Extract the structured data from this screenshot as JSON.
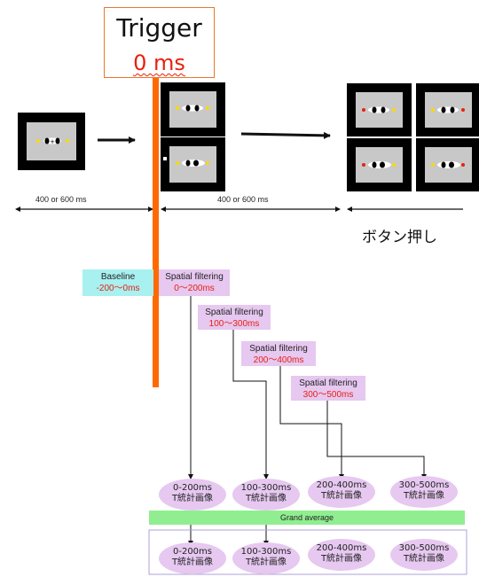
{
  "trigger": {
    "title": "Trigger",
    "value": "0 ms"
  },
  "durations": {
    "first": "400 or 600 ms",
    "second": "400 or 600 ms"
  },
  "button_press": "ボタン押し",
  "baseline": {
    "title": "Baseline",
    "range": "-200〜0ms"
  },
  "filters": [
    {
      "title": "Spatial filtering",
      "range": "0〜200ms"
    },
    {
      "title": "Spatial filtering",
      "range": "100〜300ms"
    },
    {
      "title": "Spatial filtering",
      "range": "200〜400ms"
    },
    {
      "title": "Spatial filtering",
      "range": "300〜500ms"
    }
  ],
  "t_images": [
    {
      "range": "0-200ms",
      "label": "T統計画像"
    },
    {
      "range": "100-300ms",
      "label": "T統計画像"
    },
    {
      "range": "200-400ms",
      "label": "T統計画像"
    },
    {
      "range": "300-500ms",
      "label": "T統計画像"
    }
  ],
  "grand_average": "Grand average",
  "averaged_images": [
    {
      "range": "0-200ms",
      "label": "T統計画像"
    },
    {
      "range": "100-300ms",
      "label": "T統計画像"
    },
    {
      "range": "200-400ms",
      "label": "T統計画像"
    },
    {
      "range": "300-500ms",
      "label": "T統計画像"
    }
  ],
  "colors": {
    "trigger_bar": "#ff6a00",
    "baseline_box": "#a9f0f0",
    "filter_box": "#e6c8f0",
    "grand_average": "#90ee90",
    "highlight_text": "#e8200f"
  }
}
